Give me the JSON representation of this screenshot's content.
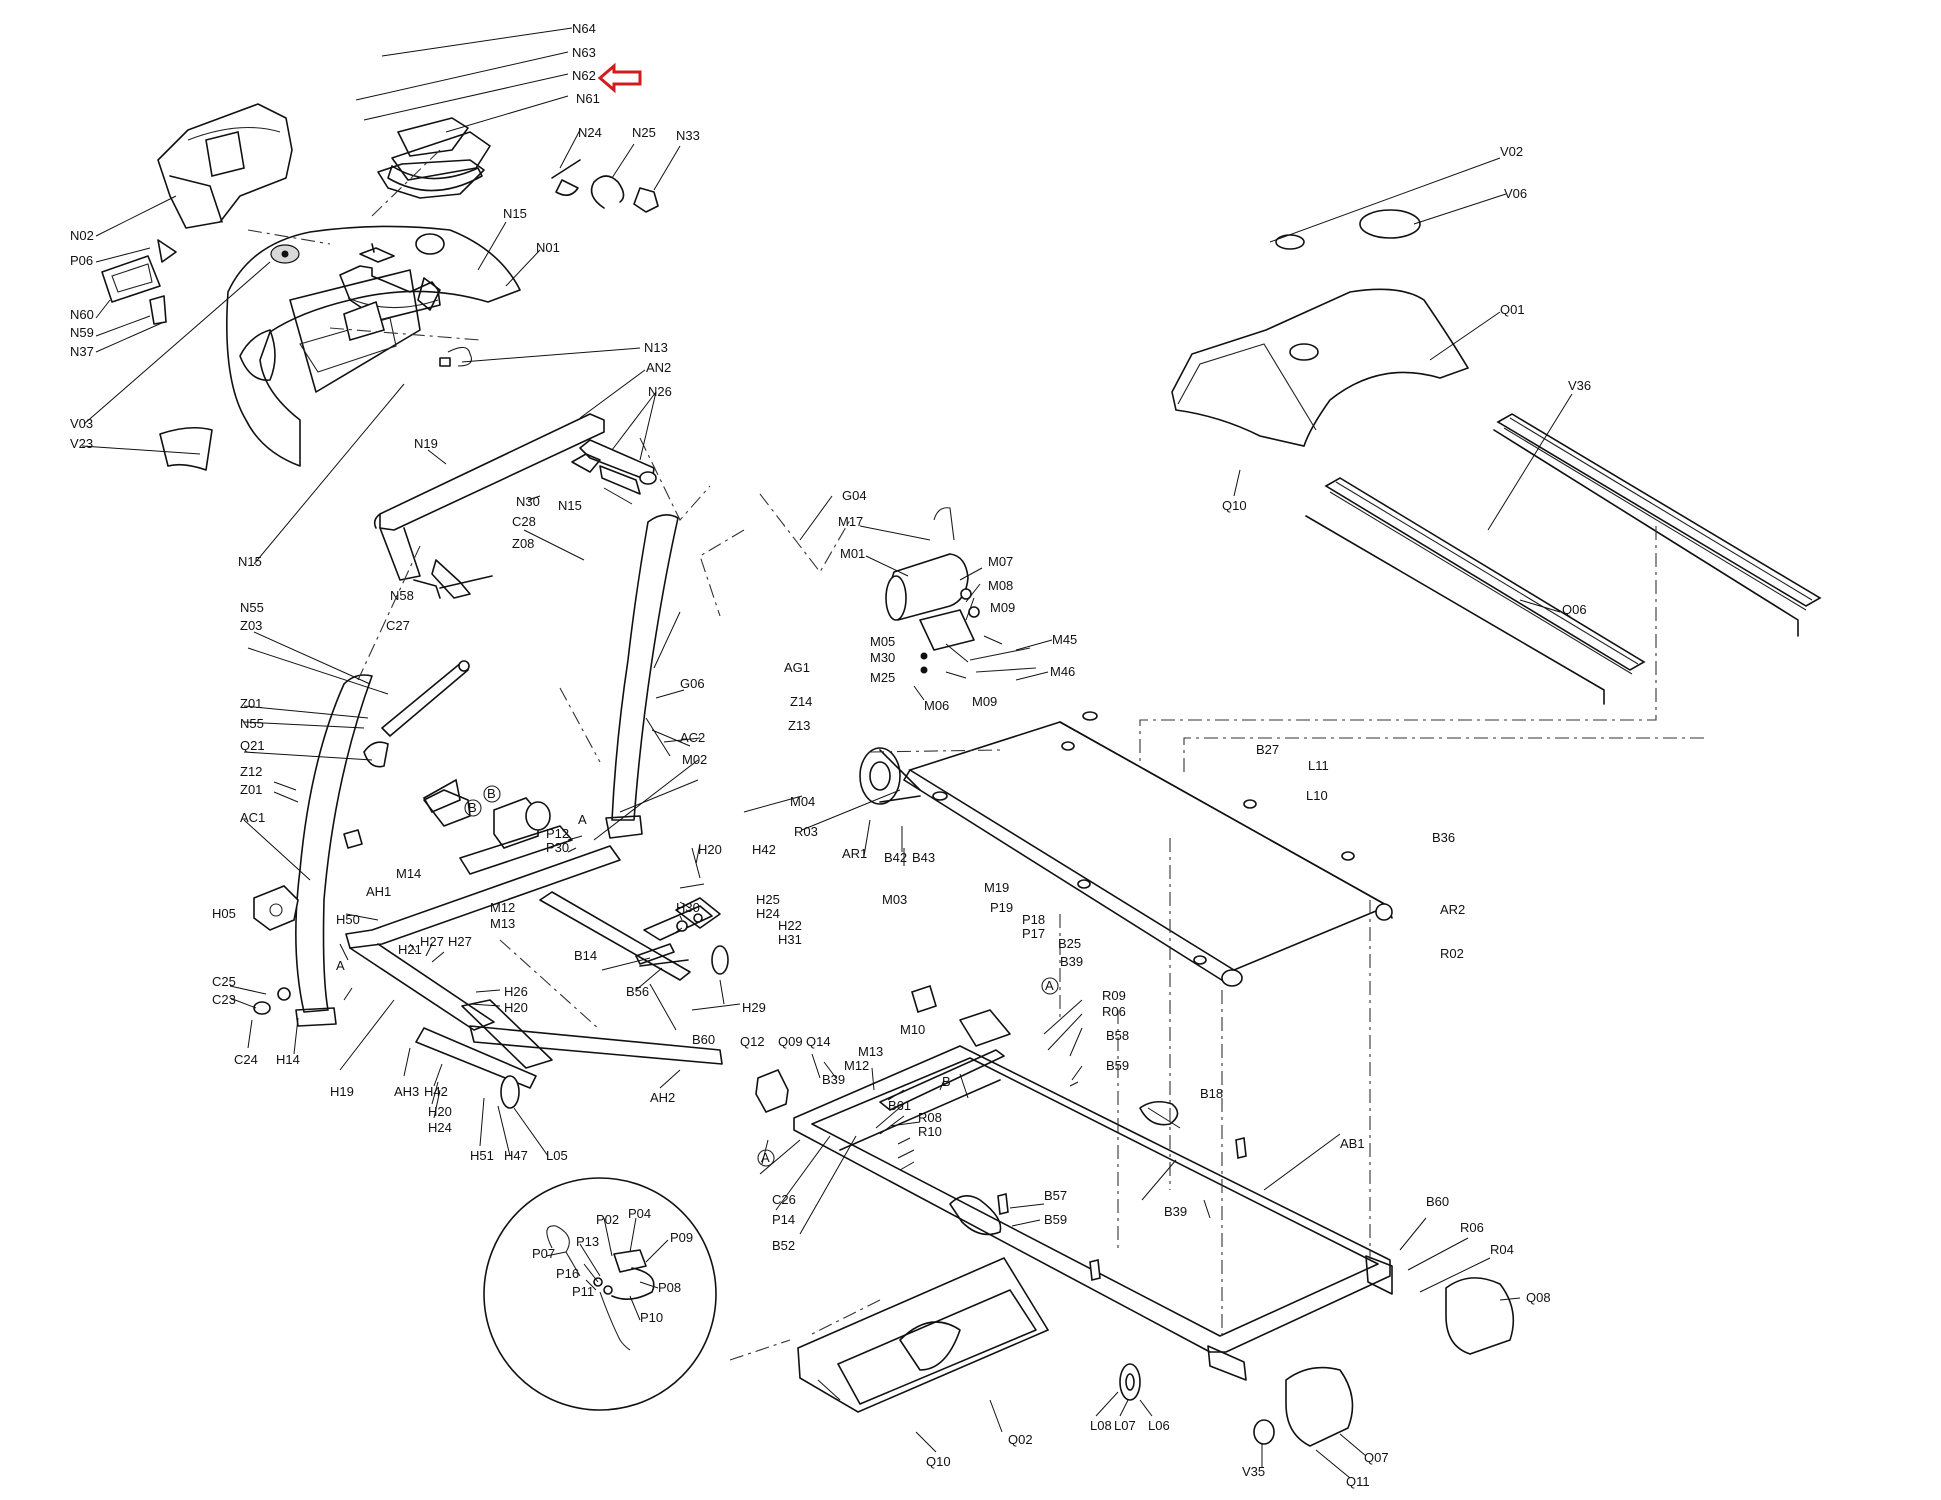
{
  "labels": [
    "N64",
    "N63",
    "N62",
    "N61",
    "N24",
    "N25",
    "N33",
    "N02",
    "P06",
    "N60",
    "N59",
    "N37",
    "N15",
    "N01",
    "N13",
    "AN2",
    "N26",
    "V03",
    "V23",
    "N19",
    "N30",
    "N15",
    "N15",
    "C28",
    "Z08",
    "N58",
    "G04",
    "M17",
    "M01",
    "M07",
    "M08",
    "M09",
    "M05",
    "M30",
    "M25",
    "M45",
    "M46",
    "M06",
    "M09",
    "N55",
    "Z03",
    "C27",
    "Z01",
    "N55",
    "Q21",
    "Z12",
    "Z01",
    "AC1",
    "G06",
    "AG1",
    "Z14",
    "Z13",
    "AC2",
    "M02",
    "M04",
    "R03",
    "AR1",
    "B42",
    "B43",
    "P12",
    "P30",
    "AH1",
    "M14",
    "M12",
    "M13",
    "H20",
    "H42",
    "H25",
    "H24",
    "H22",
    "H31",
    "H30",
    "H50",
    "H21",
    "H27",
    "H27",
    "A",
    "A",
    "B14",
    "B56",
    "H29",
    "B60",
    "H05",
    "C25",
    "C23",
    "C24",
    "H14",
    "H26",
    "H20",
    "H19",
    "AH3",
    "H42",
    "H20",
    "H24",
    "H51",
    "H47",
    "L05",
    "AH2",
    "V02",
    "V06",
    "Q01",
    "V36",
    "Q10",
    "Q06",
    "B27",
    "L11",
    "L10",
    "B36",
    "AR2",
    "R02",
    "M03",
    "M19",
    "P19",
    "P18",
    "P17",
    "B25",
    "B39",
    "M10",
    "R09",
    "R06",
    "B58",
    "B59",
    "Q12",
    "Q09",
    "Q14",
    "M13",
    "M12",
    "B39",
    "B61",
    "R08",
    "R10",
    "B",
    "B18",
    "C26",
    "P14",
    "B52",
    "AB1",
    "B39",
    "B57",
    "B59",
    "B60",
    "R06",
    "R04",
    "Q08",
    "P02",
    "P04",
    "P09",
    "P07",
    "P13",
    "P16",
    "P11",
    "P08",
    "P10",
    "Q02",
    "Q10",
    "L08",
    "L07",
    "L06",
    "V35",
    "Q07",
    "Q11",
    "B",
    "B",
    "A",
    "A"
  ],
  "highlight_label": "N62",
  "accent_color": "#d21c1c"
}
